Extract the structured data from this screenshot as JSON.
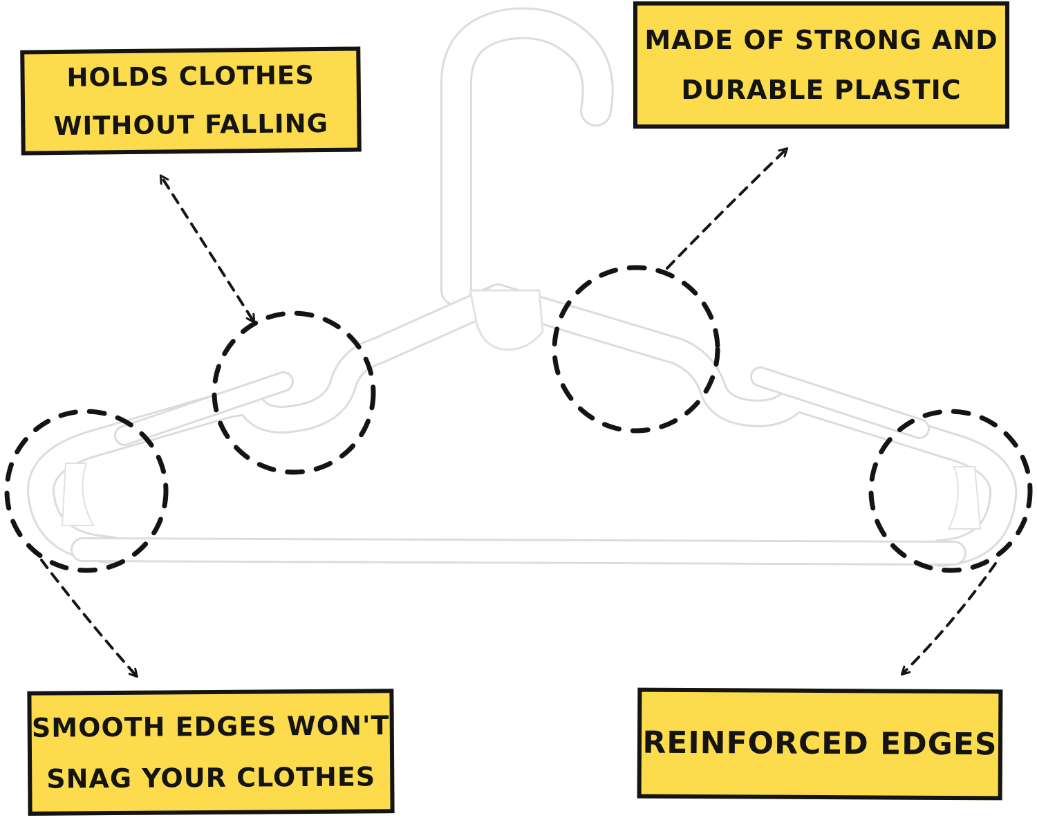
{
  "theme": {
    "callout_fill": "#fcdc4d",
    "ink": "#141414",
    "hanger_fill": "#ffffff",
    "hanger_edge": "#dcdcdc"
  },
  "image": {
    "subject": "white-plastic-clothes-hanger",
    "marker_icon": "dashed-circle-icon",
    "pointer_icon": "dashed-arrow-icon"
  },
  "callouts": {
    "holds": {
      "line1": "HOLDS CLOTHES",
      "line2": "WITHOUT FALLING"
    },
    "strong": {
      "line1": "MADE OF STRONG AND",
      "line2": "DURABLE PLASTIC"
    },
    "smooth": {
      "line1": "SMOOTH EDGES WON'T",
      "line2": "SNAG YOUR CLOTHES"
    },
    "reinforced": {
      "line1": "REINFORCED EDGES"
    }
  }
}
